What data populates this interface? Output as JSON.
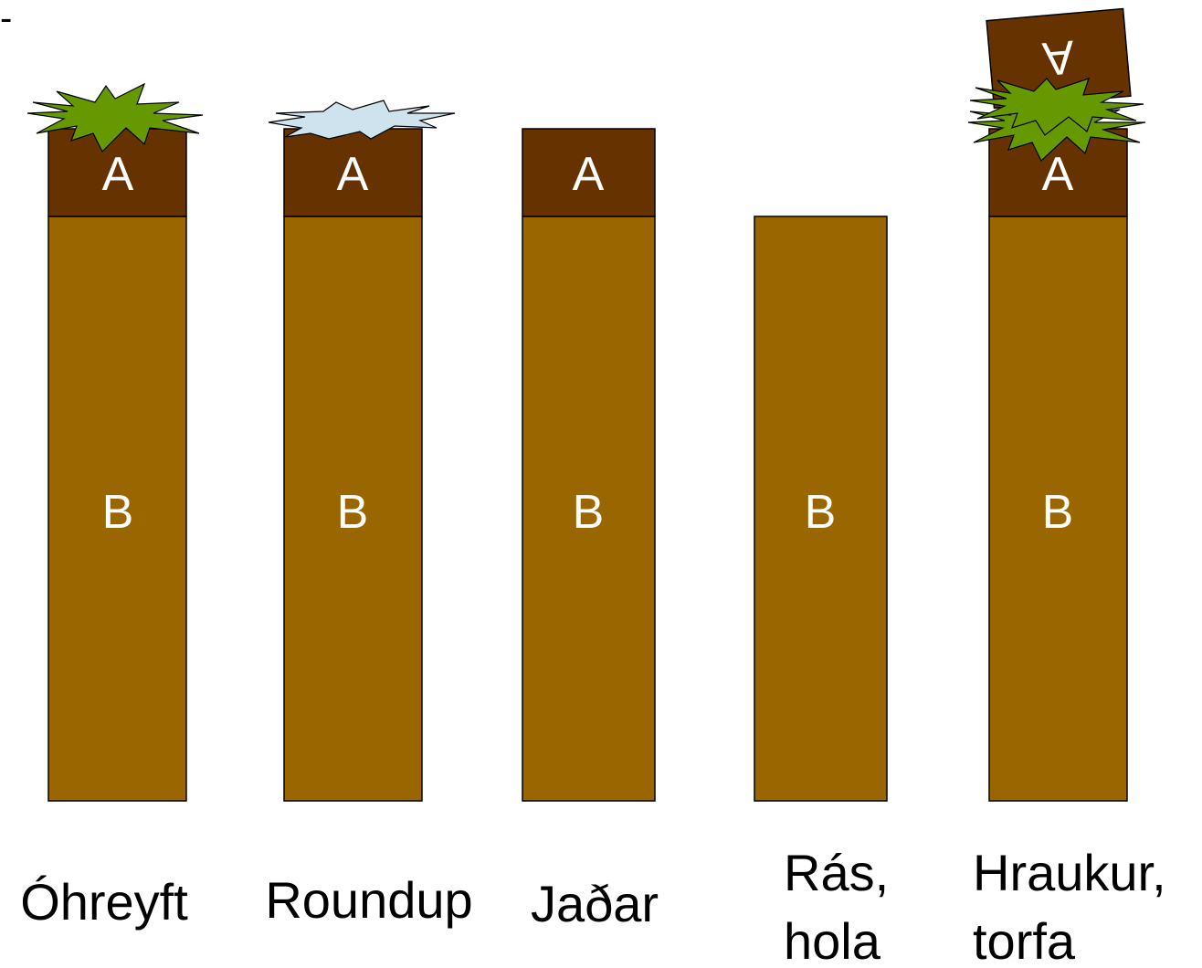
{
  "corner_mark": "-",
  "layers": {
    "top_label": "A",
    "bottom_label": "B",
    "top_color": "#663300",
    "bottom_color": "#996600"
  },
  "columns": [
    {
      "caption_lines": [
        "Óhreyft"
      ],
      "has_top_layer": true,
      "surface": "vegetation"
    },
    {
      "caption_lines": [
        "Roundup"
      ],
      "has_top_layer": true,
      "surface": "dead-vegetation"
    },
    {
      "caption_lines": [
        "Jaðar"
      ],
      "has_top_layer": true,
      "surface": "none"
    },
    {
      "caption_lines": [
        "Rás,",
        "hola"
      ],
      "has_top_layer": false,
      "surface": "none"
    },
    {
      "caption_lines": [
        "Hraukur,",
        "torfa"
      ],
      "has_top_layer": true,
      "surface": "vegetation",
      "overturned_block": true
    }
  ],
  "colors": {
    "vegetation": "#669900",
    "dead_vegetation": "#cfe3ee",
    "outline": "#000000"
  }
}
